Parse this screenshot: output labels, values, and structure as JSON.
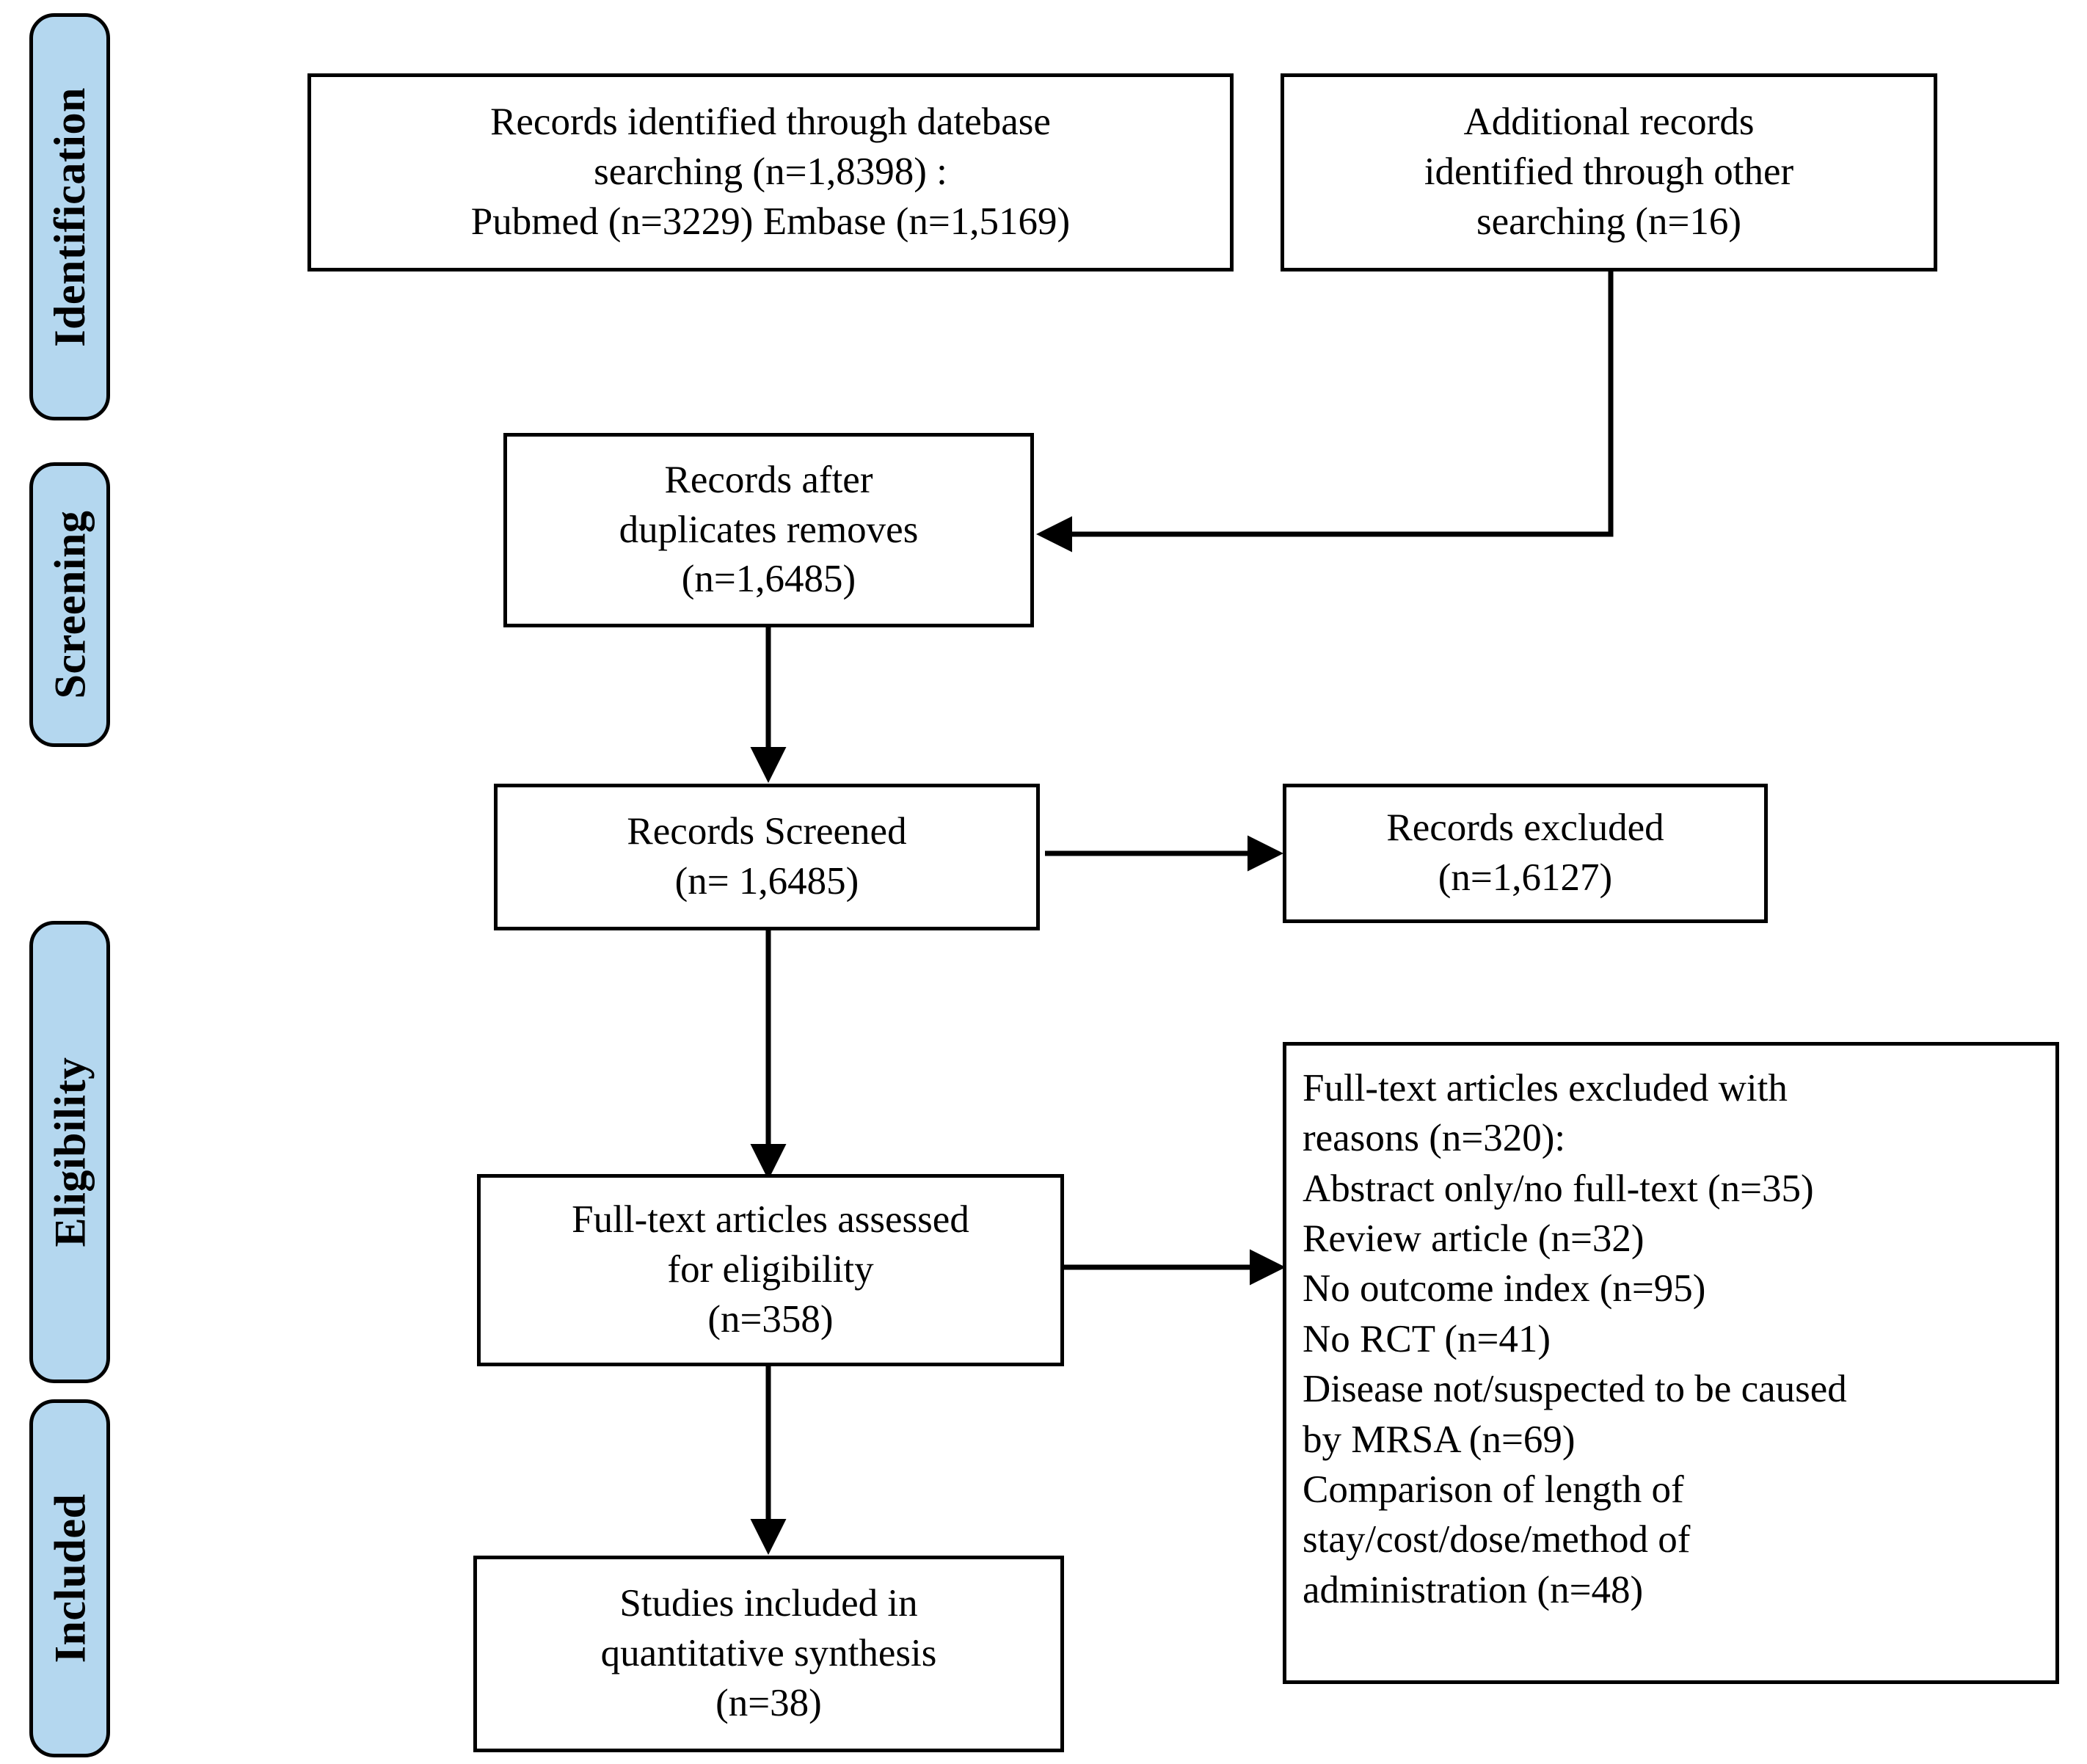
{
  "diagram": {
    "type": "prisma-flow-diagram",
    "title": "PRISMA study selection flow diagram",
    "accent_color": "#b4d7ef",
    "line_color": "#000000",
    "background_color": "#ffffff"
  },
  "phases": [
    {
      "id": "identification",
      "label": "Identification"
    },
    {
      "id": "screening",
      "label": "Screening"
    },
    {
      "id": "eligibility",
      "label": "Eligibility"
    },
    {
      "id": "included",
      "label": "Included"
    }
  ],
  "boxes": {
    "database_search": {
      "id": "records-identified-database",
      "text": "Records identified through datebase\nsearching (n=1,8398) :\nPubmed  (n=3229)  Embase  (n=1,5169)",
      "count_total": "1,8398",
      "sources": [
        {
          "name": "Pubmed",
          "count": "3229"
        },
        {
          "name": "Embase",
          "count": "1,5169"
        }
      ]
    },
    "other_search": {
      "id": "additional-records-other",
      "text": "Additional records\nidentified through other\nsearching (n=16)",
      "count": "16"
    },
    "after_duplicates": {
      "id": "records-after-duplicates",
      "text": "Records after\nduplicates removes\n(n=1,6485)",
      "count": "1,6485"
    },
    "screened": {
      "id": "records-screened",
      "text": "Records Screened\n(n= 1,6485)",
      "count": "1,6485"
    },
    "records_excluded": {
      "id": "records-excluded",
      "text": "Records excluded\n(n=1,6127)",
      "count": "1,6127"
    },
    "fulltext_assessed": {
      "id": "fulltext-assessed-eligibility",
      "text": "Full-text articles assessed\nfor eligibility\n(n=358)",
      "count": "358"
    },
    "fulltext_excluded": {
      "id": "fulltext-excluded-reasons",
      "text": "Full-text articles excluded with\nreasons (n=320):\nAbstract only/no full-text (n=35)\nReview article (n=32)\nNo outcome index (n=95)\nNo RCT (n=41)\nDisease not/suspected to be caused\nby MRSA (n=69)\nComparison of length of\nstay/cost/dose/method of\nadministration (n=48)",
      "count": "320",
      "reasons": [
        {
          "reason": "Abstract only/no full-text",
          "count": "35"
        },
        {
          "reason": "Review article",
          "count": "32"
        },
        {
          "reason": "No outcome index",
          "count": "95"
        },
        {
          "reason": "No RCT",
          "count": "41"
        },
        {
          "reason": "Disease not/suspected to be caused by MRSA",
          "count": "69"
        },
        {
          "reason": "Comparison of length of stay/cost/dose/method of administration",
          "count": "48"
        }
      ]
    },
    "included_studies": {
      "id": "studies-included-quantitative",
      "text": "Studies included in\nquantitative synthesis\n(n=38)",
      "count": "38"
    }
  }
}
